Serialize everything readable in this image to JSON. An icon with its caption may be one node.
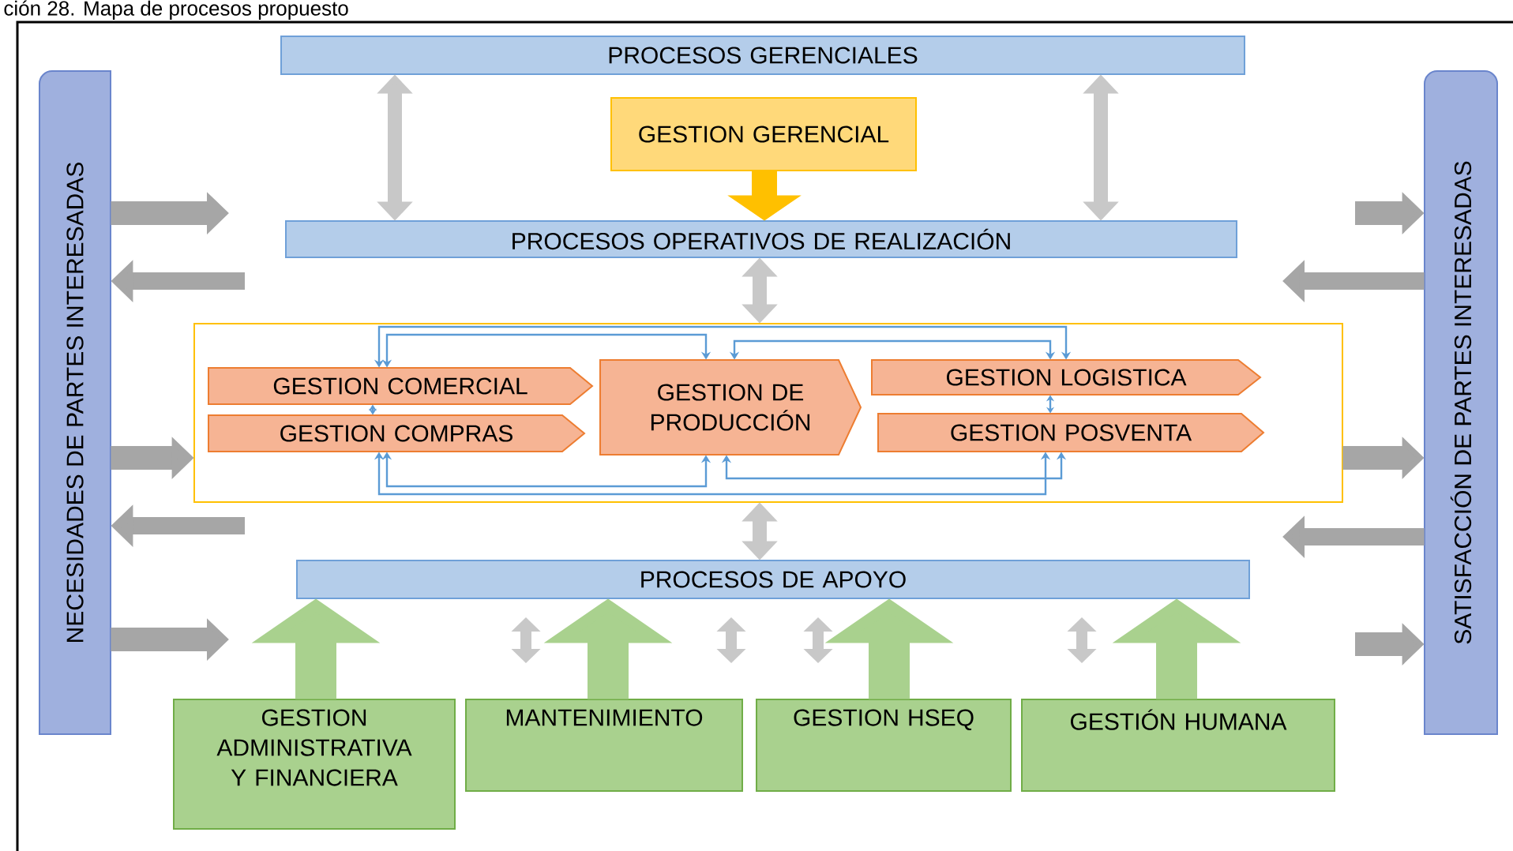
{
  "diagram": {
    "title": "ción 28. Mapa de procesos propuesto",
    "nodes": [
      {
        "text": [
          "NECESIDADES DE PARTES INTERESADAS"
        ]
      },
      {
        "text": [
          "SATISFACCIÓN DE PARTES INTERESADAS"
        ]
      },
      {
        "text": [
          "PROCESOS GERENCIALES"
        ]
      },
      {
        "text": [
          "GESTION GERENCIAL"
        ]
      },
      {
        "text": [
          "PROCESOS OPERATIVOS DE REALIZACIÓN"
        ]
      },
      {
        "text": [],
        "shape": "box"
      },
      {
        "text": [
          "GESTION COMERCIAL"
        ],
        "in": 5
      },
      {
        "text": [
          "GESTION COMPRAS"
        ],
        "in": 5
      },
      {
        "text": [
          "GESTION DE PRODUCCIÓN"
        ],
        "in": 5
      },
      {
        "text": [
          "GESTION LOGISTICA"
        ],
        "in": 5
      },
      {
        "text": [
          "GESTION POSVENTA"
        ],
        "in": 5
      },
      {
        "text": [
          "PROCESOS DE APOYO"
        ]
      },
      {
        "text": [
          "GESTION ADMINISTRATIVA Y FINANCIERA"
        ]
      },
      {
        "text": [
          "MANTENIMIENTO"
        ]
      },
      {
        "text": [
          "GESTION HSEQ"
        ]
      },
      {
        "text": [
          "GESTIÓN HUMANA"
        ]
      }
    ],
    "edges": [
      {
        "from": 2,
        "to": 4,
        "arrow": "both"
      },
      {
        "from": 2,
        "to": 4,
        "arrow": "both"
      },
      {
        "from": 3,
        "to": 4,
        "arrow": "to",
        "color": "#ffc000"
      },
      {
        "from": 4,
        "to": 5,
        "arrow": "both"
      },
      {
        "from": 5,
        "to": 11,
        "arrow": "both"
      },
      {
        "from": 6,
        "to": 7,
        "arrow": "both",
        "color": "#5b9bd5"
      },
      {
        "from": 9,
        "to": 10,
        "arrow": "both",
        "color": "#5b9bd5"
      },
      {
        "from": 6,
        "to": 8,
        "arrow": "both",
        "color": "#5b9bd5"
      },
      {
        "from": 6,
        "to": 9,
        "arrow": "both",
        "color": "#5b9bd5"
      },
      {
        "from": 8,
        "to": 9,
        "arrow": "both",
        "color": "#5b9bd5"
      },
      {
        "from": 7,
        "to": 8,
        "arrow": "both",
        "color": "#5b9bd5"
      },
      {
        "from": 7,
        "to": 10,
        "arrow": "both",
        "color": "#5b9bd5"
      },
      {
        "from": 8,
        "to": 10,
        "arrow": "both",
        "color": "#5b9bd5"
      },
      {
        "from": 12,
        "to": 11,
        "arrow": "to",
        "style": "thick",
        "color": "#a9d18e"
      },
      {
        "from": 13,
        "to": 11,
        "arrow": "to",
        "style": "thick",
        "color": "#a9d18e"
      },
      {
        "from": 14,
        "to": 11,
        "arrow": "to",
        "style": "thick",
        "color": "#a9d18e"
      },
      {
        "from": 15,
        "to": 11,
        "arrow": "to",
        "style": "thick",
        "color": "#a9d18e"
      },
      {
        "from": 0,
        "to": null,
        "arrow": "to"
      },
      {
        "from": 0,
        "to": 5,
        "arrow": "to"
      },
      {
        "from": 0,
        "to": null,
        "arrow": "to"
      },
      {
        "from": null,
        "to": 0,
        "arrow": "to"
      },
      {
        "from": null,
        "to": 0,
        "arrow": "to"
      },
      {
        "from": null,
        "to": 1,
        "arrow": "to"
      },
      {
        "from": 5,
        "to": 1,
        "arrow": "to"
      },
      {
        "from": null,
        "to": 1,
        "arrow": "to"
      },
      {
        "from": 1,
        "to": null,
        "arrow": "to"
      },
      {
        "from": 1,
        "to": null,
        "arrow": "to"
      }
    ]
  }
}
